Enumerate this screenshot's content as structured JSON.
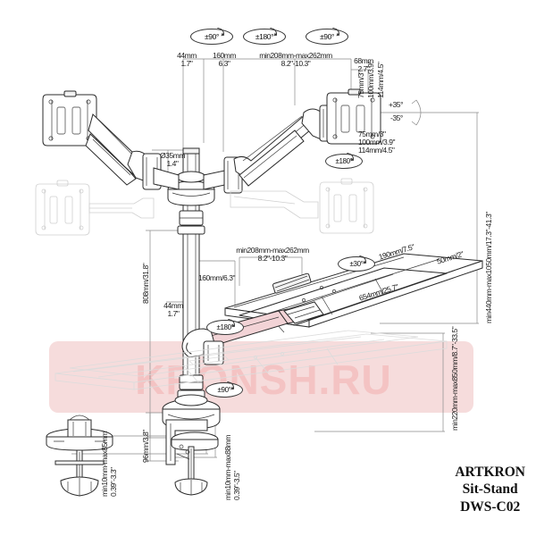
{
  "drawing": {
    "title": "ARTKRON Sit-Stand DWS-C02 technical dimension drawing",
    "watermark": "KRONSH.RU",
    "brand": {
      "line1": "ARTKRON",
      "line2": "Sit-Stand",
      "line3": "DWS-C02"
    }
  },
  "angles": {
    "pole_rotation_top": "±90°",
    "arm_joint_mid": "±180°",
    "arm_joint_right": "±90°",
    "vesa_rotation": "±180°",
    "tilt_up": "+35°",
    "tilt_down": "-35°",
    "tray_swivel": "±30°",
    "tray_joint": "±180°",
    "base_rotation": "±90°"
  },
  "dimensions": {
    "arm_offset_top": {
      "metric": "44mm",
      "imperial": "1.7\""
    },
    "arm_seg_1": {
      "metric": "160mm",
      "imperial": "6.3\""
    },
    "arm_seg_2": {
      "metric": "min208mm-max262mm",
      "imperial": "8.2\"-10.3\""
    },
    "arm_seg_3": {
      "metric": "68mm",
      "imperial": "2.7\""
    },
    "pole_diameter": {
      "metric": "Ø35mm",
      "imperial": "1.4\""
    },
    "pole_height": {
      "metric": "808mm",
      "imperial": "31.8\""
    },
    "arm_offset_lower": {
      "metric": "44mm",
      "imperial": "1.7\""
    },
    "tray_arm_seg_1": {
      "metric": "160mm",
      "imperial": "6.3\""
    },
    "tray_arm_seg_2": {
      "metric": "min208mm-max262mm",
      "imperial": "8.2\"-10.3\""
    },
    "clamp_height": {
      "metric": "96mm",
      "imperial": "3.8\""
    },
    "tray_depth": {
      "metric": "190mm",
      "imperial": "7.5\""
    },
    "tray_lip": {
      "metric": "50mm",
      "imperial": "2\""
    },
    "tray_width": {
      "metric": "654mm",
      "imperial": "25.7\""
    },
    "tray_height_range": {
      "metric": "min220mm-max850mm",
      "imperial": "8.7\"-33.5\""
    },
    "monitor_height_range": {
      "metric": "min440mm-max1050mm",
      "imperial": "17.3\"-41.3\""
    },
    "grommet_thickness": {
      "metric": "min10mm-max85mm",
      "imperial": "0.39\"-3.3\""
    },
    "clamp_thickness": {
      "metric": "min10mm-max88mm",
      "imperial": "0.39\"-3.5\""
    }
  },
  "vesa": {
    "upper": {
      "a": "75mm/3\"",
      "b": "100mm/3.9\"",
      "c": "114mm/4.5\""
    },
    "lower": {
      "a": "75mm/3\"",
      "b": "100mm/3.9\"",
      "c": "114mm/4.5\""
    }
  },
  "colors": {
    "line": "#2b2b2b",
    "dimension": "#8a8a8a",
    "ghost": "#cfcfcf",
    "watermark_band": "#f6dcdc",
    "watermark_text": "#f4c3c3",
    "accent_pink": "#f2d3d6",
    "background": "#ffffff"
  }
}
